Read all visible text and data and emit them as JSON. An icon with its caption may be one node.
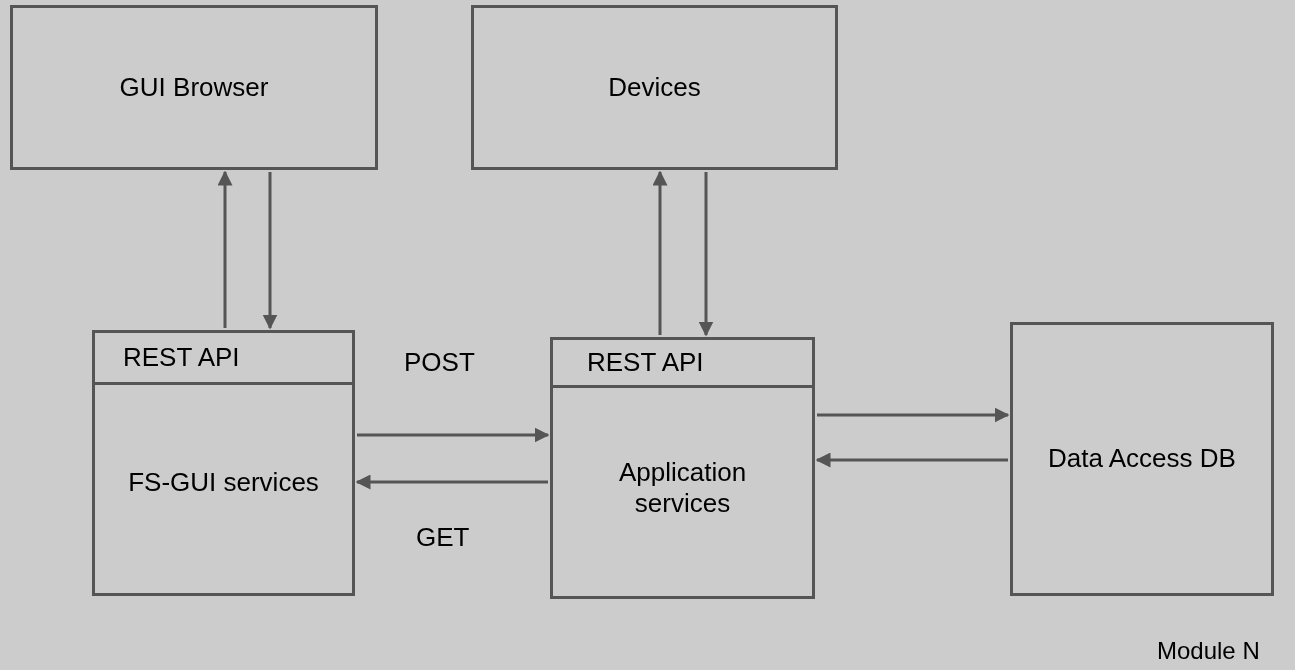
{
  "diagram": {
    "nodes": [
      {
        "text": [
          "GUI Browser"
        ]
      },
      {
        "text": [
          "Devices"
        ]
      },
      {
        "text": [
          "FS-GUI services"
        ]
      },
      {
        "text": [
          "REST API"
        ],
        "in": 2
      },
      {
        "text": [
          "Application services"
        ]
      },
      {
        "text": [
          "REST API"
        ],
        "in": 4
      },
      {
        "text": [
          "Data Access DB"
        ]
      }
    ],
    "edges": [
      {
        "from": 2,
        "to": 0,
        "arrow": "to"
      },
      {
        "from": 0,
        "to": 2,
        "arrow": "to"
      },
      {
        "from": 4,
        "to": 1,
        "arrow": "to"
      },
      {
        "from": 1,
        "to": 4,
        "arrow": "to"
      },
      {
        "from": 2,
        "to": 4,
        "arrow": "to",
        "label": "POST"
      },
      {
        "from": 4,
        "to": 2,
        "arrow": "to",
        "label": "GET"
      },
      {
        "from": 4,
        "to": 6,
        "arrow": "to"
      },
      {
        "from": 6,
        "to": 4,
        "arrow": "to"
      }
    ],
    "labels": [
      "Module N"
    ]
  }
}
